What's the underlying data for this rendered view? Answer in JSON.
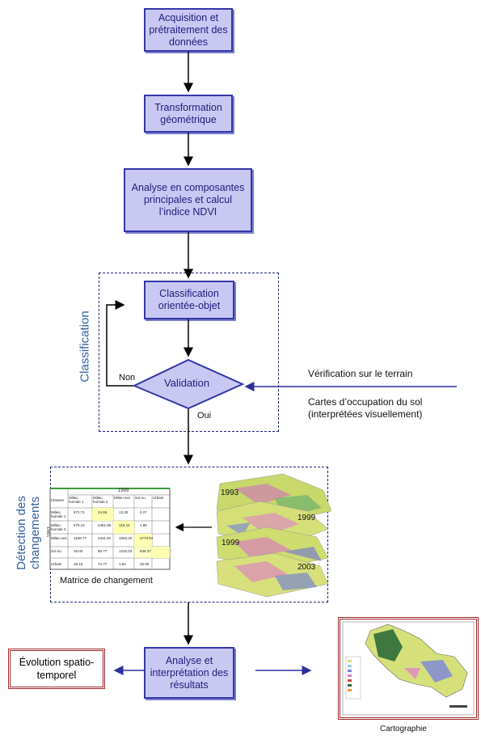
{
  "boxes": {
    "acquisition": "Acquisition et prétraitement des données",
    "transformation": "Transformation géométrique",
    "acp": "Analyse en composantes principales et calcul l’indice NDVI",
    "classification": "Classification orientée-objet",
    "validation": "Validation",
    "analyse": "Analyse et interprétation des résultats",
    "evolution": "Évolution spatio-temporel"
  },
  "labels": {
    "classification_group": "Classification",
    "detection_group": "Détection des changements",
    "non": "Non",
    "oui": "Oui",
    "verification": "Vérification sur le terrain",
    "cartes_line1": "Cartes d’occupation du sol",
    "cartes_line2": "(interprétées visuellement)",
    "matrice": "Matrice de changement",
    "cartographie": "Cartographie"
  },
  "map_years": [
    "1993",
    "1999",
    "1999",
    "2003"
  ],
  "matrix": {
    "top_header": "1999",
    "side_header": "1993",
    "columns": [
      "Classes",
      "Milieu humide 1",
      "Milieu humide 2",
      "Milieu sec",
      "Sol nu",
      "Urbain"
    ],
    "rows": [
      [
        "Milieu humide 1",
        "972.71",
        "24.65",
        "13.30",
        "0.27"
      ],
      [
        "Milieu humide 2",
        "575.12",
        "2451.85",
        "118.44",
        "1.85"
      ],
      [
        "Milieu sec",
        "1169.77",
        "2431.81",
        "1503.20",
        "2773.94"
      ],
      [
        "Sol nu",
        "16.00",
        "86.77",
        "1233.23",
        "636.37"
      ],
      [
        "Urbain",
        "18.16",
        "74.77",
        "1.64",
        "26.00"
      ]
    ]
  },
  "colors": {
    "box_fill": "#c9c8f3",
    "box_border": "#3436a8",
    "arrow": "#000000",
    "blue_line": "#2b2f9c",
    "group_label": "#2f5fa0",
    "highlight": "#ffffa8",
    "frame": "#a02828"
  }
}
